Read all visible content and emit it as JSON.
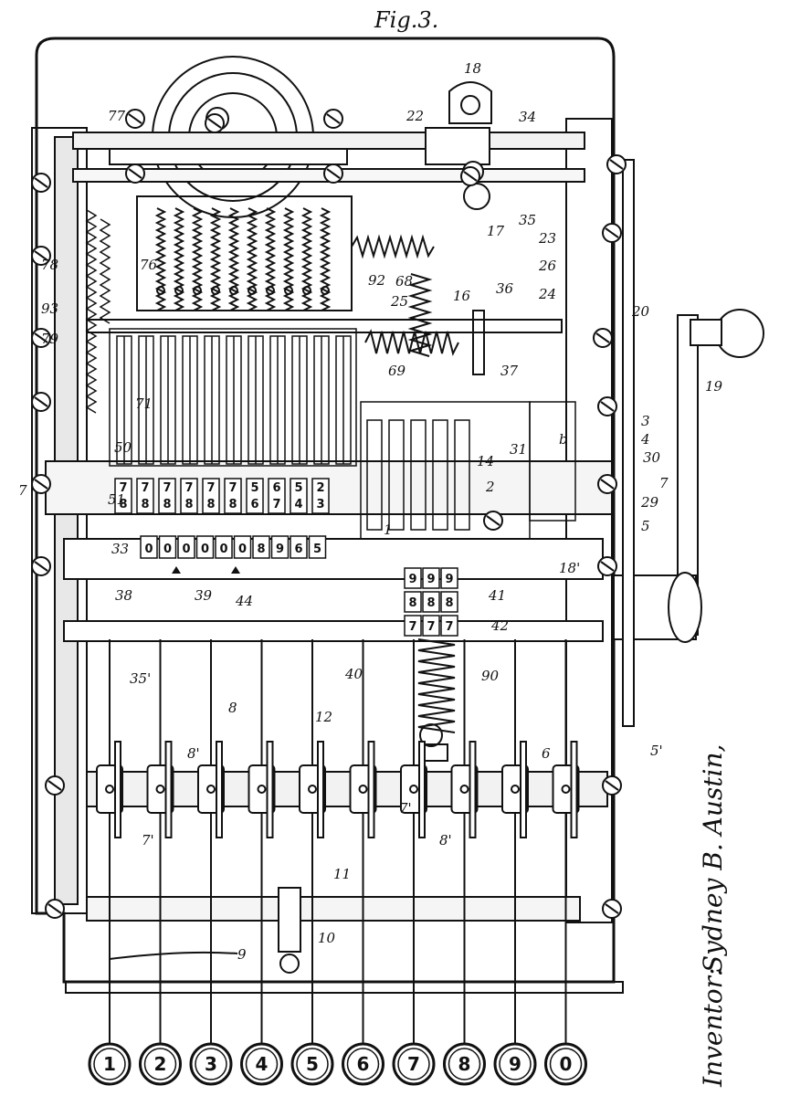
{
  "figure": {
    "title": "Fig.3."
  },
  "inventor": {
    "label": "Inventor:",
    "name": "Sydney B. Austin,"
  },
  "keys": [
    "1",
    "2",
    "3",
    "4",
    "5",
    "6",
    "7",
    "8",
    "9",
    "0"
  ],
  "result_wheels": [
    "0",
    "0",
    "0",
    "0",
    "0",
    "0",
    "8",
    "9",
    "6",
    "5"
  ],
  "upper_wheels_top": [
    "7",
    "7",
    "7",
    "7",
    "7",
    "7",
    "5",
    "6",
    "5",
    "2"
  ],
  "upper_wheels_bottom": [
    "8",
    "8",
    "8",
    "8",
    "8",
    "8",
    "6",
    "7",
    "4",
    "3"
  ],
  "center_wheels": {
    "row1": [
      "9",
      "9",
      "9"
    ],
    "row2": [
      "8",
      "8",
      "8"
    ],
    "row3": [
      "7",
      "7",
      "7"
    ]
  },
  "reference_numerals": [
    "18",
    "22",
    "34",
    "77",
    "35",
    "17",
    "23",
    "26",
    "24",
    "20",
    "19",
    "78",
    "76",
    "92",
    "68",
    "16",
    "36",
    "93",
    "25",
    "79",
    "69",
    "37",
    "71",
    "3",
    "4",
    "b",
    "50",
    "30",
    "31",
    "14",
    "2",
    "7",
    "51",
    "7",
    "29",
    "5",
    "33",
    "1",
    "38",
    "39",
    "18'",
    "41",
    "42",
    "44",
    "35'",
    "40",
    "90",
    "8",
    "12",
    "8'",
    "6",
    "5'",
    "7'",
    "7'",
    "8'",
    "11",
    "9",
    "10"
  ]
}
